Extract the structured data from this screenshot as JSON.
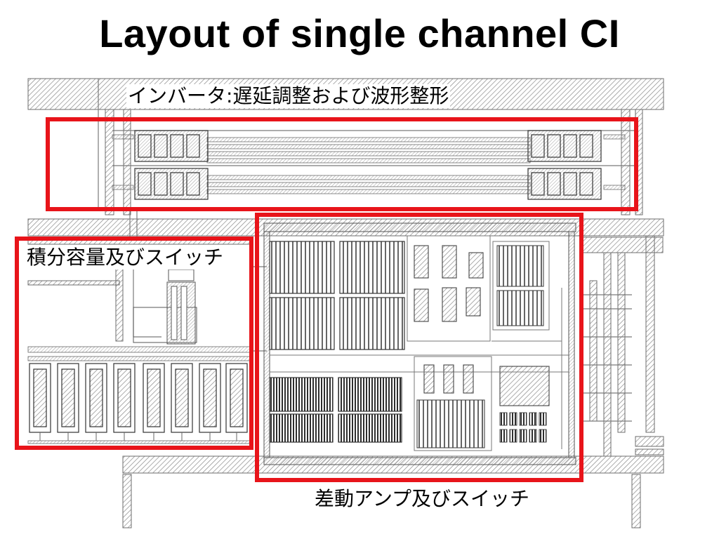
{
  "slide": {
    "title": "Layout of single channel CI"
  },
  "regions": [
    {
      "id": "inverter",
      "label": "インバータ:遅延調整および波形整形"
    },
    {
      "id": "integrator",
      "label": "積分容量及びスイッチ"
    },
    {
      "id": "diffamp",
      "label": "差動アンプ及びスイッチ"
    }
  ],
  "colors": {
    "highlight": "#e8141a",
    "metal": "#6e6e6e",
    "hatch": "#8a8a8a",
    "dense": "#2e2e2e"
  }
}
